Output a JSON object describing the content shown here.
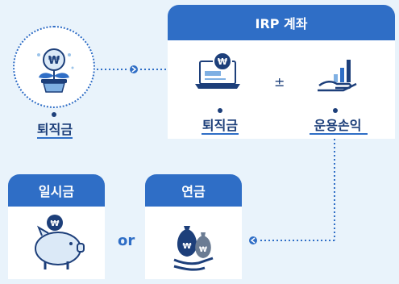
{
  "retirement_pay": {
    "label": "퇴직금"
  },
  "irp": {
    "title": "IRP 계좌",
    "left_label": "퇴직금",
    "operator": "±",
    "right_label": "운용손익"
  },
  "lump_sum": {
    "title": "일시금"
  },
  "connector": {
    "label": "or"
  },
  "pension": {
    "title": "연금"
  },
  "icons": {
    "coin": "won-coin-icon",
    "laptop": "laptop-icon",
    "growth": "growth-chart-hand-icon",
    "piggy": "piggy-bank-icon",
    "money_bags": "money-bags-hand-icon",
    "plant": "money-plant-icon"
  },
  "coin_symbol": "₩",
  "colors": {
    "background": "#e9f3fb",
    "primary_blue": "#2f6ec6",
    "navy": "#1d3f7a",
    "white": "#ffffff"
  }
}
